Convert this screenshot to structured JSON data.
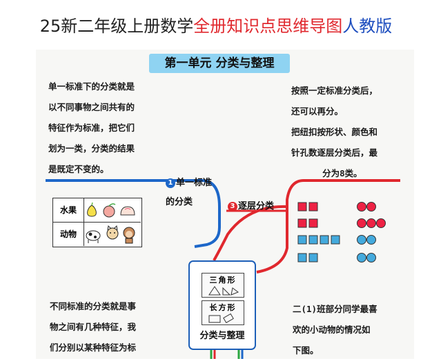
{
  "header": {
    "title_dark": "25新二年级上册数学",
    "title_red": "全册知识点思维导图",
    "title_blue": "人教版"
  },
  "unit_title": "第一单元 分类与整理",
  "notes": {
    "top_left": "单一标准下的分类就是\n以不同事物之间共有的\n特征作为标准，把它们\n划为一类，分类的结果\n是既定不变的。",
    "top_right": "按照一定标准分类后，\n还可以再分。\n把纽扣按形状、颜色和\n针孔数逐层分类后，最\n      分为8类。",
    "bottom_left": "不同标准的分类就是事\n物之间有几种特征，我\n们分别以某种特征为标",
    "bottom_right": "二(1)班部分同学最喜\n欢的小动物的情况如\n下图。"
  },
  "branches": {
    "branch1_num": "1",
    "branch1_label": "单一标准的分类",
    "branch3_num": "3",
    "branch3_label": "逐层分类"
  },
  "class_table": {
    "rows": [
      {
        "label": "水果",
        "items": [
          "pear-icon",
          "peach-icon",
          "bun-icon"
        ]
      },
      {
        "label": "动物",
        "items": [
          "cow-icon",
          "cat-icon",
          "monkey-icon"
        ]
      }
    ]
  },
  "center": {
    "shape1": "三角形",
    "shape2": "长方形",
    "title": "分类与整理"
  },
  "colors": {
    "red_branch": "#e0282e",
    "blue_branch": "#1d67c9",
    "green_branch": "#2aa640",
    "banner": "#8fd3f2"
  }
}
